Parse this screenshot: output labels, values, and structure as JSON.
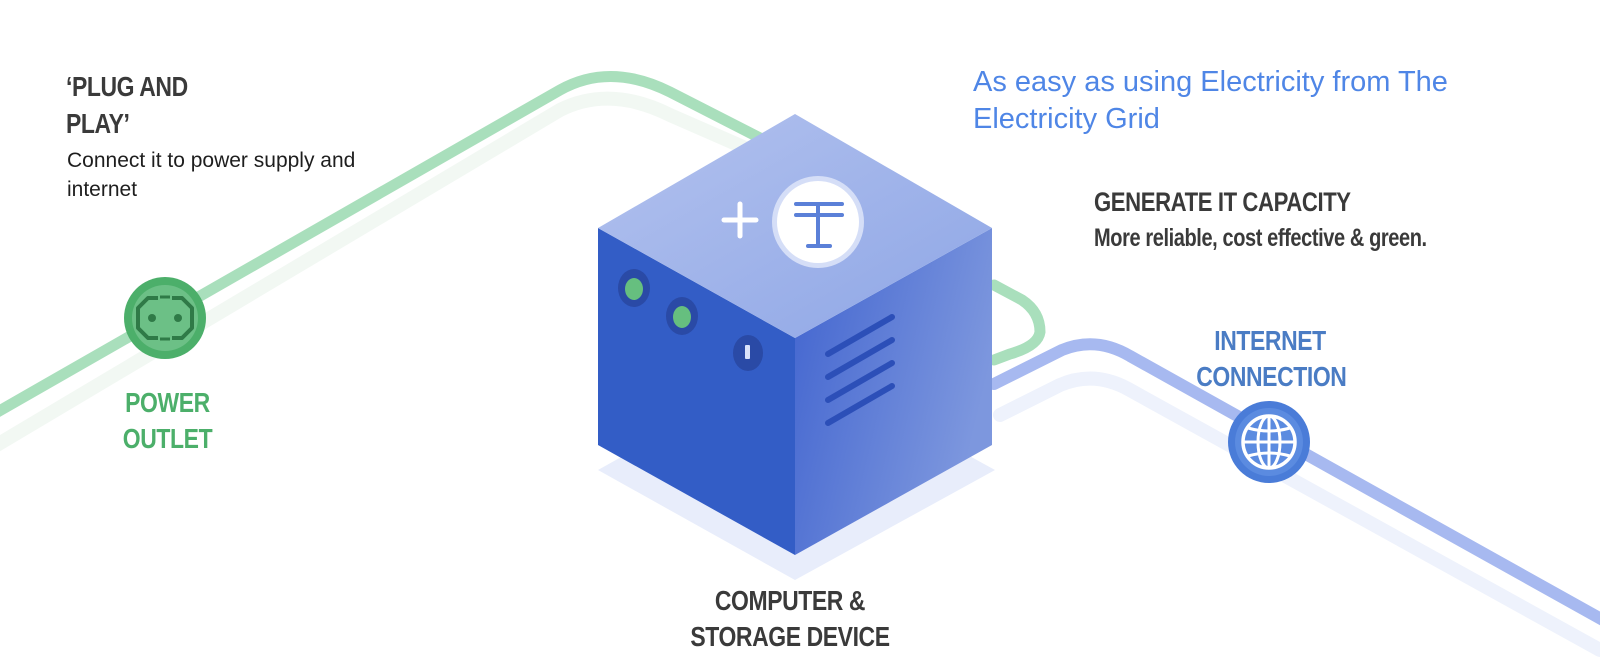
{
  "plug_and_play": {
    "title": "‘PLUG AND PLAY’",
    "description": "Connect it to power supply and internet"
  },
  "power_outlet": {
    "label": "POWER OUTLET",
    "icon": "power-outlet-icon"
  },
  "headline": {
    "text": "As easy as using Electricity from The Electricity Grid"
  },
  "generate": {
    "title": "GENERATE IT CAPACITY",
    "subtitle": "More reliable, cost effective & green."
  },
  "internet": {
    "label": "INTERNET CONNECTION",
    "icon": "globe-icon"
  },
  "device": {
    "label": "COMPUTER & STORAGE DEVICE",
    "top_icons": [
      "plus-icon",
      "token-logo"
    ]
  },
  "colors": {
    "power_green": "#4caf6a",
    "power_line": "#a9dfbc",
    "internet_blue": "#4a7cc4",
    "internet_line": "#a7b9f0",
    "headline_blue": "#4f86e6",
    "cube_front": "#335dc6",
    "cube_top": "#a3b5ea",
    "text_dark": "#3a3a3a"
  }
}
